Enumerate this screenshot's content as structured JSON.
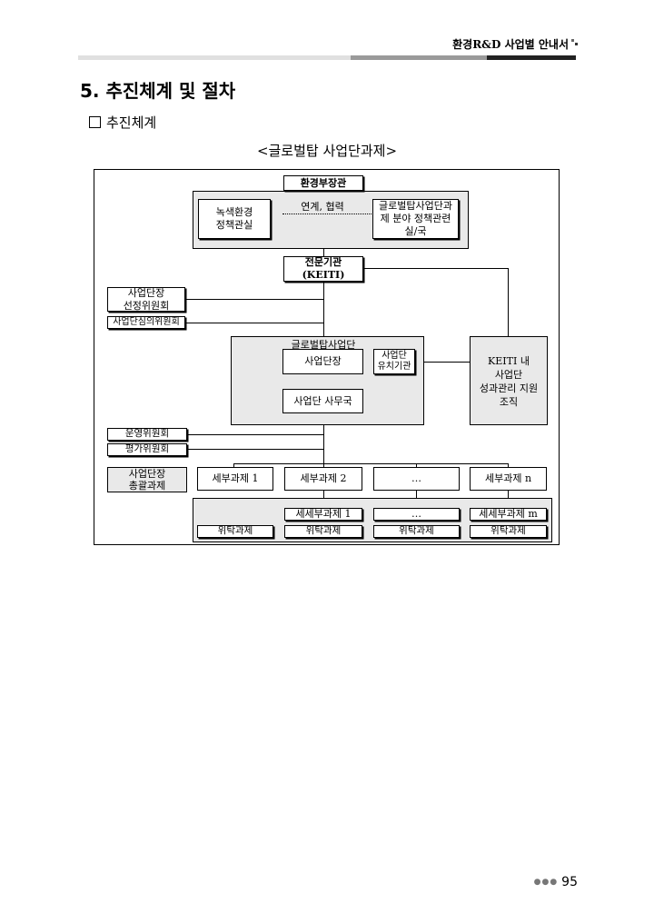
{
  "header": {
    "title": "환경R&D 사업별 안내서"
  },
  "section": {
    "title": "5. 추진체계 및 절차"
  },
  "subsection": {
    "title": "추진체계"
  },
  "diagram": {
    "title": "<글로벌탑 사업단과제>",
    "ministry": "환경부장관",
    "green_env": "녹색환경\n정책관실",
    "cooperation": "연계, 협력",
    "policy_office": "글로벌탑사업단과제 분야 정책관련 실/국",
    "agency": "전문기관\n(KEITI)",
    "selection_committee": "사업단장\n선정위원회",
    "review_committee": "사업단심의위원회",
    "group_label": "글로벌탑사업단",
    "director": "사업단장",
    "host_org": "사업단\n유치기관",
    "secretariat": "사업단 사무국",
    "keiti_support": "KEITI 내\n사업단\n성과관리 지원\n조직",
    "ops_committee": "운영위원회",
    "eval_committee": "평가위원회",
    "general_task": "사업단장\n총괄과제",
    "subtask_1": "세부과제 1",
    "subtask_2": "세부과제 2",
    "subtask_dots": "…",
    "subtask_n": "세부과제 n",
    "subsub_1": "세세부과제 1",
    "subsub_dots": "…",
    "subsub_m": "세세부과제 m",
    "entrusted_1": "위탁과제",
    "entrusted_2": "위탁과제",
    "entrusted_3": "위탁과제",
    "entrusted_4": "위탁과제"
  },
  "footer": {
    "page_number": "95"
  }
}
